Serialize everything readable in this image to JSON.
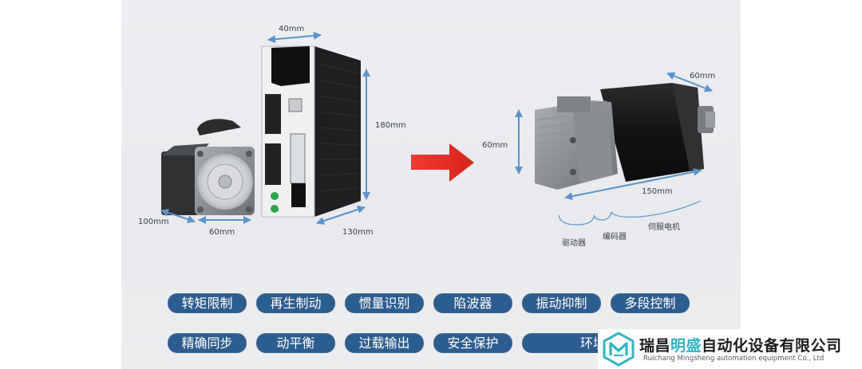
{
  "dimensions": {
    "driver_width": "40mm",
    "driver_height": "180mm",
    "driver_depth": "130mm",
    "old_motor_length": "100mm",
    "old_motor_flange": "60mm",
    "new_motor_flange_top": "60mm",
    "new_motor_height": "60mm",
    "new_motor_length": "150mm"
  },
  "parts": {
    "driver": "驱动器",
    "encoder": "编码器",
    "servo_motor": "伺服电机"
  },
  "features_row1": [
    "转矩限制",
    "再生制动",
    "惯量识别",
    "陷波器",
    "振动抑制",
    "多段控制"
  ],
  "features_row2": [
    "精确同步",
    "动平衡",
    "过载输出",
    "安全保护",
    "环境适应"
  ],
  "brand": {
    "name_part1": "瑞昌",
    "name_highlight": "明盛",
    "name_part2": "自动化设备有限公司",
    "english": "Ruichang Mingsheng automation equipment Co., Ltd"
  },
  "colors": {
    "button_bg": "#2c5d8f",
    "dimension_arrow": "#5b93cc",
    "red_arrow": "#e8302a",
    "brand_accent": "#2fb5c2"
  }
}
